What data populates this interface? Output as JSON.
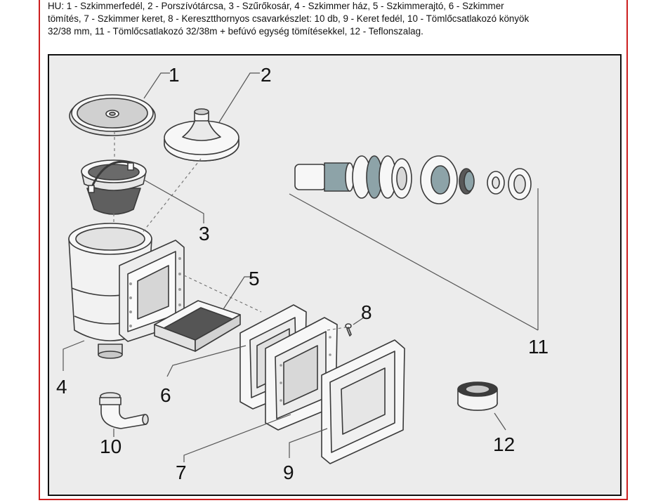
{
  "caption": {
    "line1": "HU: 1 - Szkimmerfedél, 2 - Porszívótárcsa, 3 - Szűrőkosár, 4 - Szkimmer ház, 5 - Szkimmerajtó, 6 - Szkimmer",
    "line2": "tömítés, 7 - Szkimmer keret, 8 - Keresztthornyos csavarkészlet: 10 db, 9 - Keret fedél, 10 - Tömlőcsatlakozó könyök",
    "line3": "32/38 mm, 11 - Tömlőcsatlakozó 32/38m + befúvó egység tömítésekkel, 12 - Teflonszalag."
  },
  "callouts": [
    "1",
    "2",
    "3",
    "4",
    "5",
    "6",
    "7",
    "8",
    "9",
    "10",
    "11",
    "12"
  ],
  "colors": {
    "frame_border": "#cc1f1f",
    "panel": "#ececec",
    "part_fill": "#f7f7f7",
    "part_stroke": "#3a3a3a",
    "seal_dark": "#595959",
    "seal_accent": "#8da3a8"
  }
}
